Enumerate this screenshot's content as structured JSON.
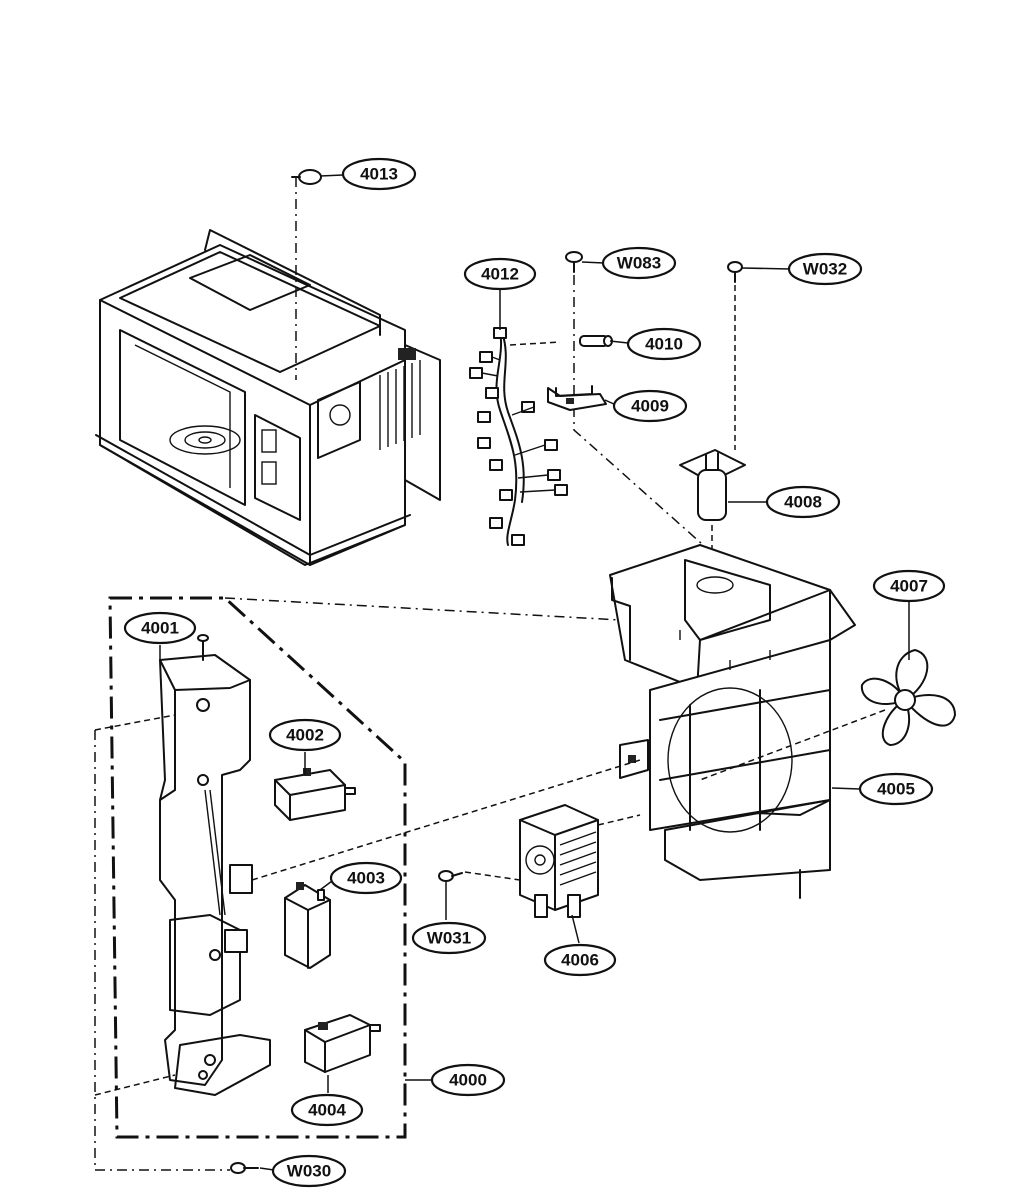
{
  "labels": {
    "p4013": "4013",
    "p4012": "4012",
    "w083": "W083",
    "p4010": "4010",
    "w032": "W032",
    "p4009": "4009",
    "p4008": "4008",
    "p4007": "4007",
    "p4001": "4001",
    "p4002": "4002",
    "p4005": "4005",
    "p4003": "4003",
    "w031": "W031",
    "p4006": "4006",
    "p4000": "4000",
    "p4004": "4004",
    "w030": "W030"
  }
}
